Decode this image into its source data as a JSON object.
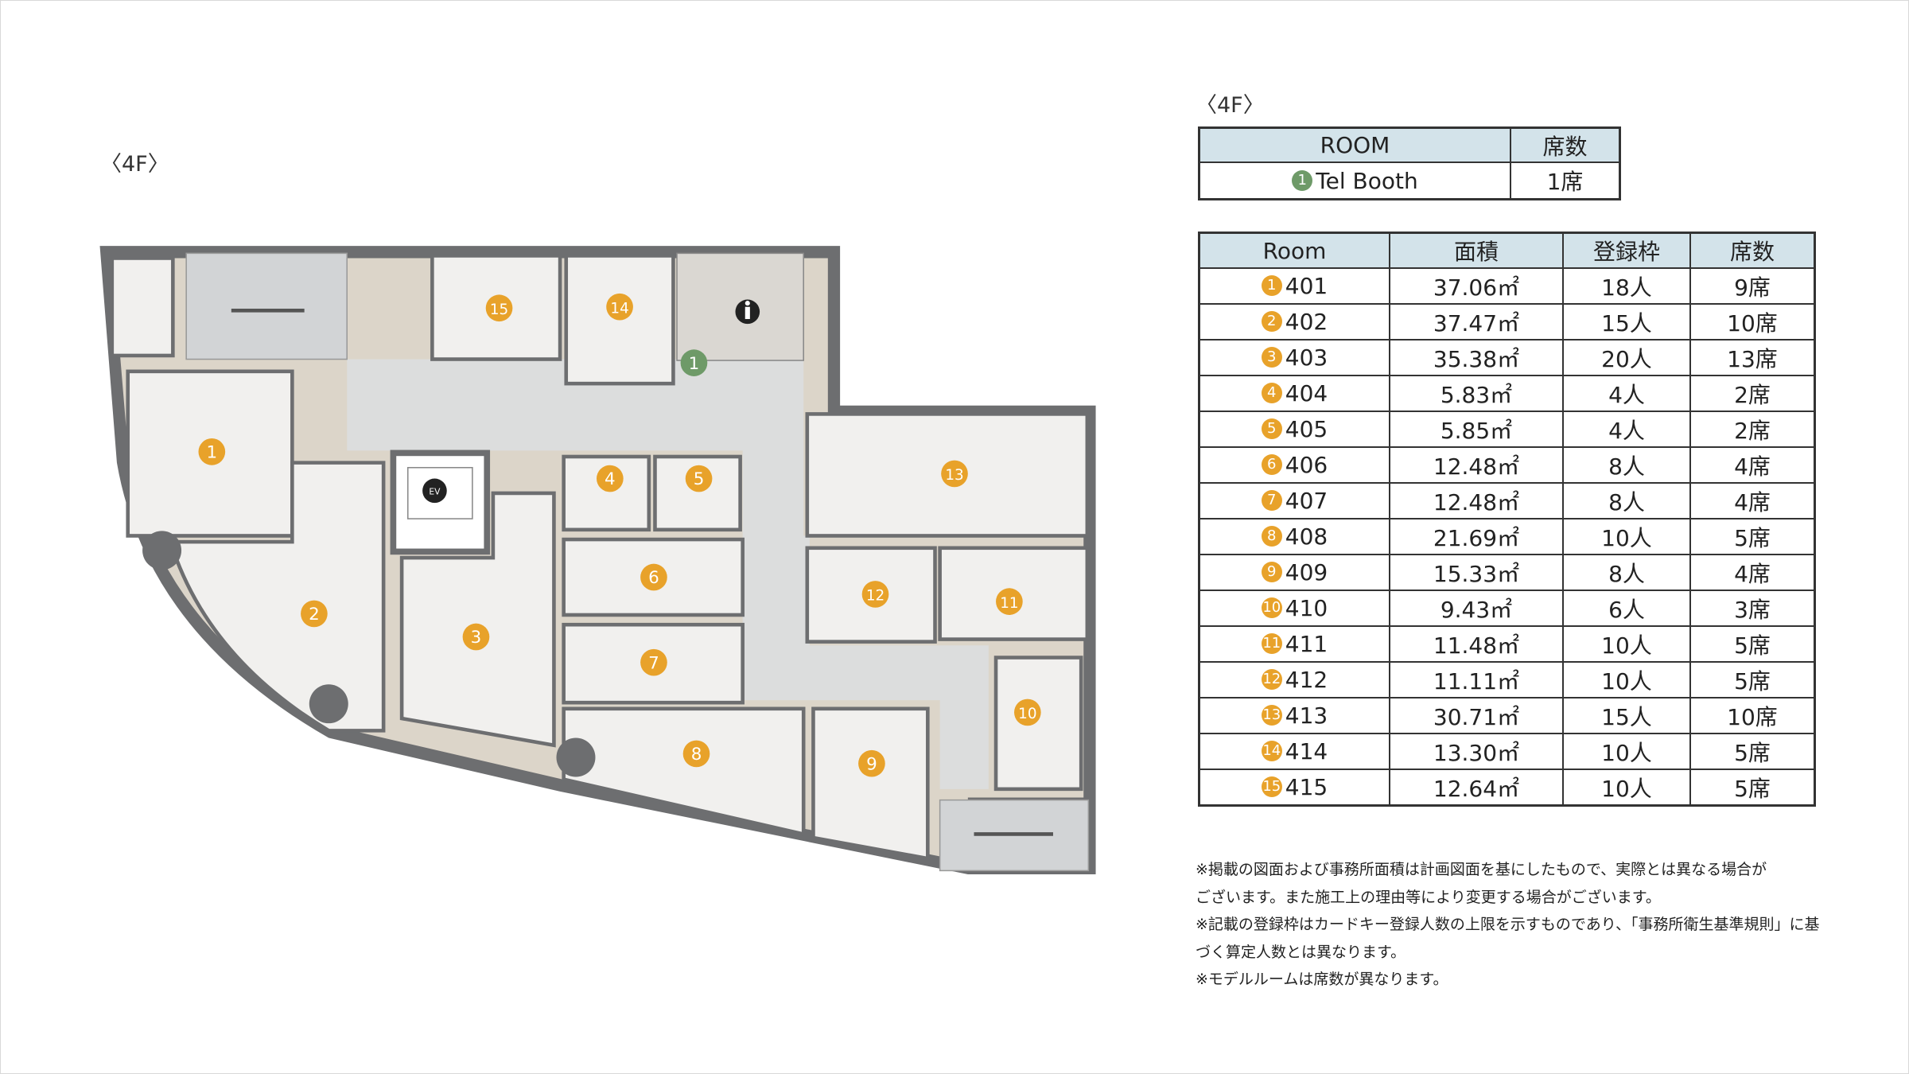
{
  "plan": {
    "floor_label": "〈4F〉",
    "elevator_label": "EV",
    "room_markers": [
      "1",
      "2",
      "3",
      "4",
      "5",
      "6",
      "7",
      "8",
      "9",
      "10",
      "11",
      "12",
      "13",
      "14",
      "15"
    ],
    "tel_booth_marker": "1",
    "colors": {
      "wall": "#6d6e70",
      "room": "#f1f0ee",
      "trim": "#dcd5c9",
      "corridor": "#dcdddd",
      "marker": "#e8a22a",
      "tel": "#6e9a68"
    }
  },
  "summary": {
    "floor_label": "〈4F〉",
    "tel_table": {
      "headers": [
        "ROOM",
        "席数"
      ],
      "rows": [
        {
          "marker": "1",
          "room": "Tel Booth",
          "seats": "1席"
        }
      ]
    },
    "room_table": {
      "headers": [
        "Room",
        "面積",
        "登録枠",
        "席数"
      ],
      "rows": [
        {
          "marker": "1",
          "room": "401",
          "area": "37.06㎡",
          "capacity": "18人",
          "seats": "9席"
        },
        {
          "marker": "2",
          "room": "402",
          "area": "37.47㎡",
          "capacity": "15人",
          "seats": "10席"
        },
        {
          "marker": "3",
          "room": "403",
          "area": "35.38㎡",
          "capacity": "20人",
          "seats": "13席"
        },
        {
          "marker": "4",
          "room": "404",
          "area": "5.83㎡",
          "capacity": "4人",
          "seats": "2席"
        },
        {
          "marker": "5",
          "room": "405",
          "area": "5.85㎡",
          "capacity": "4人",
          "seats": "2席"
        },
        {
          "marker": "6",
          "room": "406",
          "area": "12.48㎡",
          "capacity": "8人",
          "seats": "4席"
        },
        {
          "marker": "7",
          "room": "407",
          "area": "12.48㎡",
          "capacity": "8人",
          "seats": "4席"
        },
        {
          "marker": "8",
          "room": "408",
          "area": "21.69㎡",
          "capacity": "10人",
          "seats": "5席"
        },
        {
          "marker": "9",
          "room": "409",
          "area": "15.33㎡",
          "capacity": "8人",
          "seats": "4席"
        },
        {
          "marker": "10",
          "room": "410",
          "area": "9.43㎡",
          "capacity": "6人",
          "seats": "3席"
        },
        {
          "marker": "11",
          "room": "411",
          "area": "11.48㎡",
          "capacity": "10人",
          "seats": "5席"
        },
        {
          "marker": "12",
          "room": "412",
          "area": "11.11㎡",
          "capacity": "10人",
          "seats": "5席"
        },
        {
          "marker": "13",
          "room": "413",
          "area": "30.71㎡",
          "capacity": "15人",
          "seats": "10席"
        },
        {
          "marker": "14",
          "room": "414",
          "area": "13.30㎡",
          "capacity": "10人",
          "seats": "5席"
        },
        {
          "marker": "15",
          "room": "415",
          "area": "12.64㎡",
          "capacity": "10人",
          "seats": "5席"
        }
      ]
    },
    "notes": [
      "※掲載の図面および事務所面積は計画図面を基にしたもので、実際とは異なる場合が",
      "ございます。また施工上の理由等により変更する場合がございます。",
      "※記載の登録枠はカードキー登録人数の上限を示すものであり、「事務所衛生基準規則」に基",
      "づく算定人数とは異なります。",
      "※モデルルームは席数が異なります。"
    ]
  }
}
